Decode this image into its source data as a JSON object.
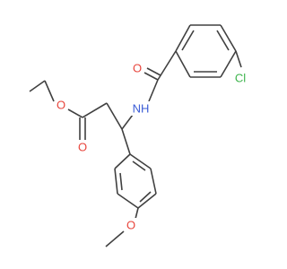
{
  "molecule": {
    "atoms": {
      "o_carbonyl_amide": {
        "label": "O",
        "color": "#e8453c"
      },
      "n_amide": {
        "label": "NH",
        "color": "#3a5bd6"
      },
      "cl": {
        "label": "Cl",
        "color": "#3cb44b"
      },
      "o_ester_single": {
        "label": "O",
        "color": "#e8453c"
      },
      "o_ester_double": {
        "label": "O",
        "color": "#e8453c"
      },
      "o_methoxy": {
        "label": "O",
        "color": "#e8453c"
      }
    },
    "bond_color": "#404040"
  }
}
